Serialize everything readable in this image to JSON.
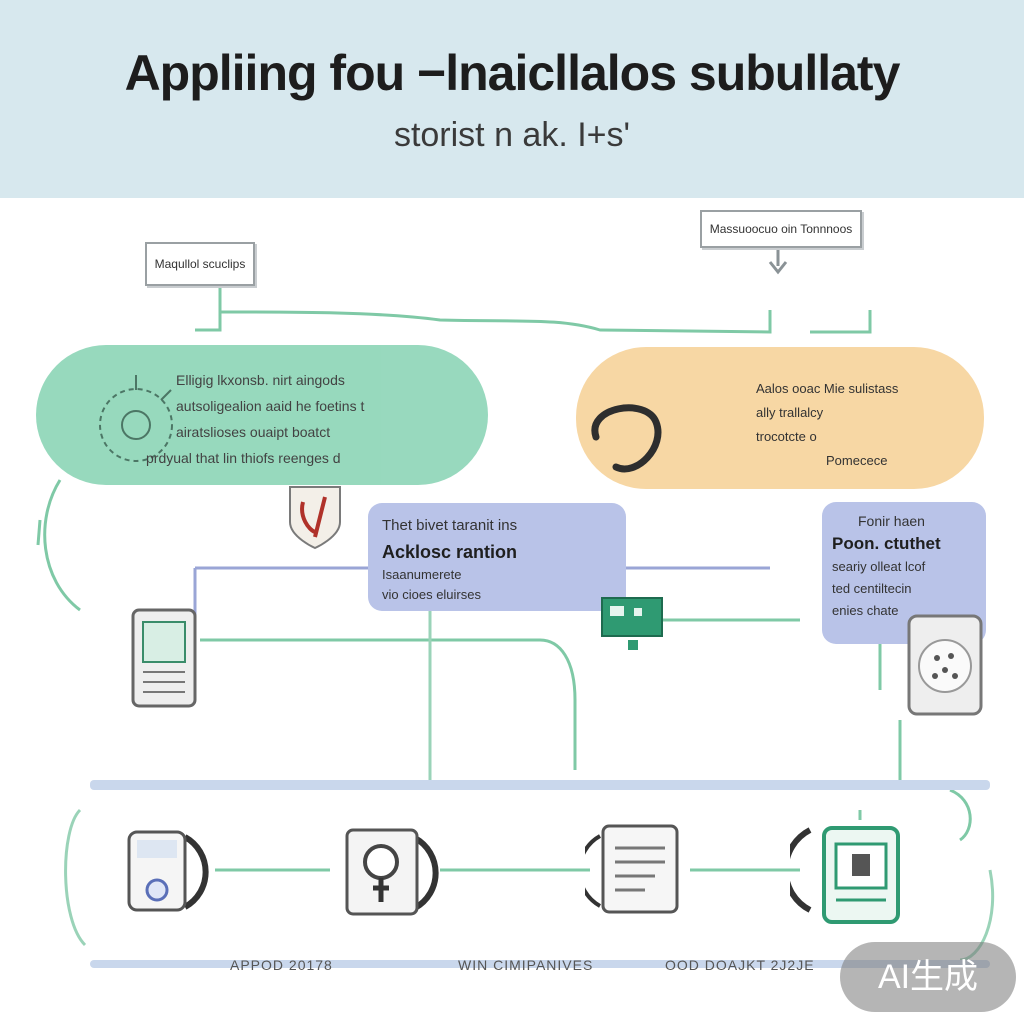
{
  "header": {
    "title": "Appliing fou −lnaicllalos subullaty",
    "subtitle": "storist n ak. I+s'"
  },
  "labels": {
    "top_left": "Maqullol scuclips",
    "top_right": "Massuoocuo oin Tonnnoos"
  },
  "pill_left": {
    "lines": [
      "Elligig lkxonsb. nirt aingods",
      "autsoligealion aaid he foetins t",
      "airatslioses ouaipt boatct",
      "prdyual that lin thiofs reenges d"
    ]
  },
  "pill_right": {
    "lines": [
      "Aalos ooac Mie sulistass",
      "ally trallalcy",
      "trocotcte o",
      "Pomecece"
    ]
  },
  "card_center": {
    "line1": "Thet bivet taranit ins",
    "line2": "Acklosc rantion",
    "line3": "Isaanumerete",
    "line4": "vio cioes eluirses"
  },
  "card_right": {
    "line1": "Fonir haen",
    "line2": "Poon. ctuthet",
    "line3": "seariy olleat lcof",
    "line4": "ted centiltecin",
    "line5": "enies chate"
  },
  "bottom_labels": [
    "APPOD 20178",
    "WIN CIMIPANIVES",
    "OOD DOAJKT 2J2JE"
  ],
  "nodes": [
    "device-icon",
    "magnifier-document-icon",
    "document-icon",
    "display-board-icon"
  ],
  "watermark": "AI生成",
  "colors": {
    "header_bg": "#d7e8ee",
    "green": "#8fd6b8",
    "orange": "#f7d7a4",
    "blue": "#b9c3e8",
    "connector": "#7fc9a6"
  }
}
